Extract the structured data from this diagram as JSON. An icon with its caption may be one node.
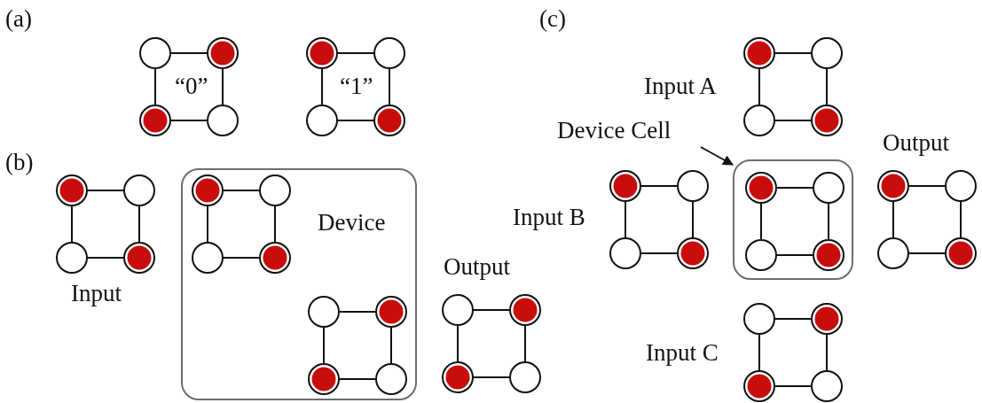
{
  "diagram": {
    "nodes": [
      {
        "text": [
          "“0”"
        ]
      },
      {
        "text": [
          "“1”"
        ]
      },
      {
        "text": [],
        "shape": "picture",
        "beside": [
          "Input"
        ]
      },
      {
        "text": [
          "Device"
        ]
      },
      {
        "text": [],
        "shape": "picture",
        "in": 3
      },
      {
        "text": [],
        "shape": "picture",
        "in": 3
      },
      {
        "text": [],
        "shape": "picture",
        "beside": [
          "Output"
        ]
      },
      {
        "text": [],
        "shape": "picture",
        "beside": [
          "Input A"
        ]
      },
      {
        "text": [
          "Device Cell"
        ]
      },
      {
        "text": [],
        "shape": "box"
      },
      {
        "text": [],
        "shape": "picture",
        "in": 9
      },
      {
        "text": [],
        "shape": "picture",
        "beside": [
          "Input B"
        ]
      },
      {
        "text": [],
        "shape": "picture",
        "beside": [
          "Output"
        ]
      },
      {
        "text": [],
        "shape": "picture",
        "beside": [
          "Input C"
        ]
      }
    ],
    "edges": [
      {
        "from": 8,
        "to": 9,
        "arrow": "to"
      }
    ],
    "labels": [
      "(a)",
      "(b)",
      "(c)"
    ]
  }
}
